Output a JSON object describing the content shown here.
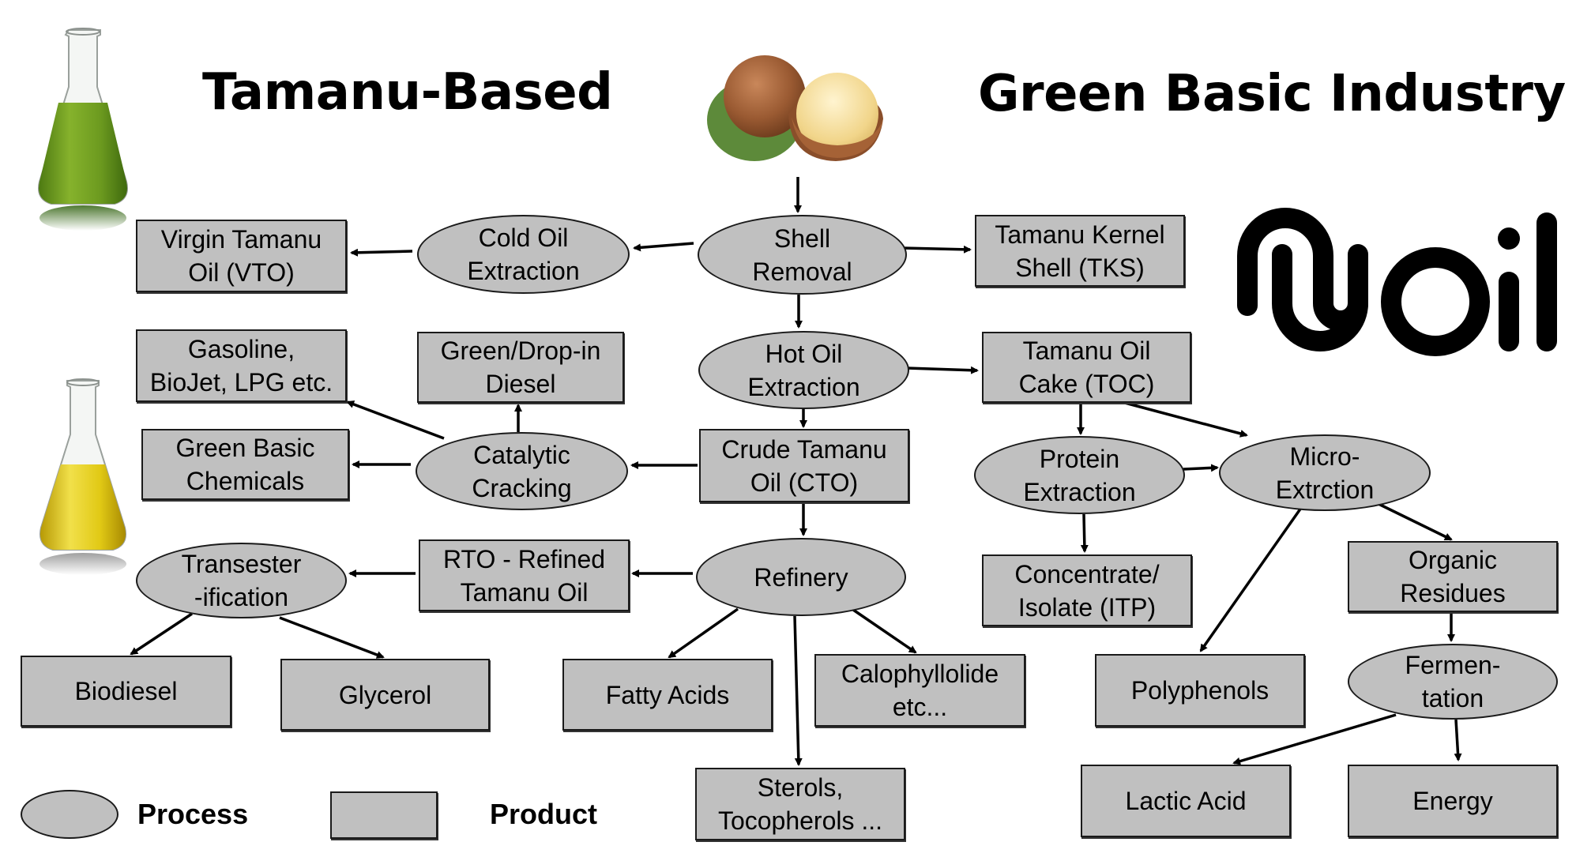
{
  "titles": {
    "left": "Tamanu-Based",
    "right": "Green Basic Industry"
  },
  "logo": {
    "text": "noil",
    "icon": "noil-logo"
  },
  "images": {
    "green_flask": "green-oil-flask-icon",
    "yellow_flask": "yellow-oil-flask-icon",
    "tamanu_nut": "tamanu-nut-icon"
  },
  "colors": {
    "node_fill": "#c0c0c0",
    "node_border": "#1a1a1a",
    "arrow": "#000000",
    "green_oil": "#6b9a1e",
    "yellow_oil": "#d9c20c"
  },
  "nodes": [
    {
      "id": "shell_removal",
      "type": "process",
      "label": "Shell\nRemoval"
    },
    {
      "id": "cold_oil_extraction",
      "type": "process",
      "label": "Cold Oil\nExtraction"
    },
    {
      "id": "vto",
      "type": "product",
      "label": "Virgin Tamanu\nOil (VTO)"
    },
    {
      "id": "tks",
      "type": "product",
      "label": "Tamanu Kernel\nShell (TKS)"
    },
    {
      "id": "hot_oil_extraction",
      "type": "process",
      "label": "Hot Oil\nExtraction"
    },
    {
      "id": "toc",
      "type": "product",
      "label": "Tamanu Oil\nCake (TOC)"
    },
    {
      "id": "gasoline",
      "type": "product",
      "label": "Gasoline,\nBioJet, LPG etc."
    },
    {
      "id": "green_diesel",
      "type": "product",
      "label": "Green/Drop-in\nDiesel"
    },
    {
      "id": "green_chemicals",
      "type": "product",
      "label": "Green Basic\nChemicals"
    },
    {
      "id": "catalytic_cracking",
      "type": "process",
      "label": "Catalytic\nCracking"
    },
    {
      "id": "cto",
      "type": "product",
      "label": "Crude Tamanu\nOil (CTO)"
    },
    {
      "id": "protein_extraction",
      "type": "process",
      "label": "Protein\nExtraction"
    },
    {
      "id": "micro_extraction",
      "type": "process",
      "label": "Micro-\nExtrction"
    },
    {
      "id": "transesterification",
      "type": "process",
      "label": "Transester\n-ification"
    },
    {
      "id": "rto",
      "type": "product",
      "label": "RTO - Refined\nTamanu Oil"
    },
    {
      "id": "refinery",
      "type": "process",
      "label": "Refinery"
    },
    {
      "id": "itp",
      "type": "product",
      "label": "Concentrate/\nIsolate (ITP)"
    },
    {
      "id": "organic_residues",
      "type": "product",
      "label": "Organic\nResidues"
    },
    {
      "id": "biodiesel",
      "type": "product",
      "label": "Biodiesel"
    },
    {
      "id": "glycerol",
      "type": "product",
      "label": "Glycerol"
    },
    {
      "id": "fatty_acids",
      "type": "product",
      "label": "Fatty Acids"
    },
    {
      "id": "calophyllolide",
      "type": "product",
      "label": "Calophyllolide\netc..."
    },
    {
      "id": "polyphenols",
      "type": "product",
      "label": "Polyphenols"
    },
    {
      "id": "fermentation",
      "type": "process",
      "label": "Fermen-\ntation"
    },
    {
      "id": "sterols",
      "type": "product",
      "label": "Sterols,\nTocopherols ..."
    },
    {
      "id": "lactic_acid",
      "type": "product",
      "label": "Lactic Acid"
    },
    {
      "id": "energy",
      "type": "product",
      "label": "Energy"
    }
  ],
  "edges": [
    {
      "from": "nut",
      "to": "shell_removal"
    },
    {
      "from": "shell_removal",
      "to": "cold_oil_extraction"
    },
    {
      "from": "cold_oil_extraction",
      "to": "vto"
    },
    {
      "from": "shell_removal",
      "to": "tks"
    },
    {
      "from": "shell_removal",
      "to": "hot_oil_extraction"
    },
    {
      "from": "hot_oil_extraction",
      "to": "toc"
    },
    {
      "from": "hot_oil_extraction",
      "to": "cto"
    },
    {
      "from": "cto",
      "to": "catalytic_cracking"
    },
    {
      "from": "catalytic_cracking",
      "to": "gasoline"
    },
    {
      "from": "catalytic_cracking",
      "to": "green_diesel"
    },
    {
      "from": "catalytic_cracking",
      "to": "green_chemicals"
    },
    {
      "from": "cto",
      "to": "refinery"
    },
    {
      "from": "refinery",
      "to": "rto"
    },
    {
      "from": "rto",
      "to": "transesterification"
    },
    {
      "from": "transesterification",
      "to": "biodiesel"
    },
    {
      "from": "transesterification",
      "to": "glycerol"
    },
    {
      "from": "refinery",
      "to": "fatty_acids"
    },
    {
      "from": "refinery",
      "to": "calophyllolide"
    },
    {
      "from": "refinery",
      "to": "sterols"
    },
    {
      "from": "toc",
      "to": "protein_extraction"
    },
    {
      "from": "toc",
      "to": "micro_extraction"
    },
    {
      "from": "protein_extraction",
      "to": "micro_extraction"
    },
    {
      "from": "protein_extraction",
      "to": "itp"
    },
    {
      "from": "micro_extraction",
      "to": "polyphenols"
    },
    {
      "from": "micro_extraction",
      "to": "organic_residues"
    },
    {
      "from": "organic_residues",
      "to": "fermentation"
    },
    {
      "from": "fermentation",
      "to": "lactic_acid"
    },
    {
      "from": "fermentation",
      "to": "energy"
    }
  ],
  "legend": {
    "process_label": "Process",
    "product_label": "Product"
  }
}
